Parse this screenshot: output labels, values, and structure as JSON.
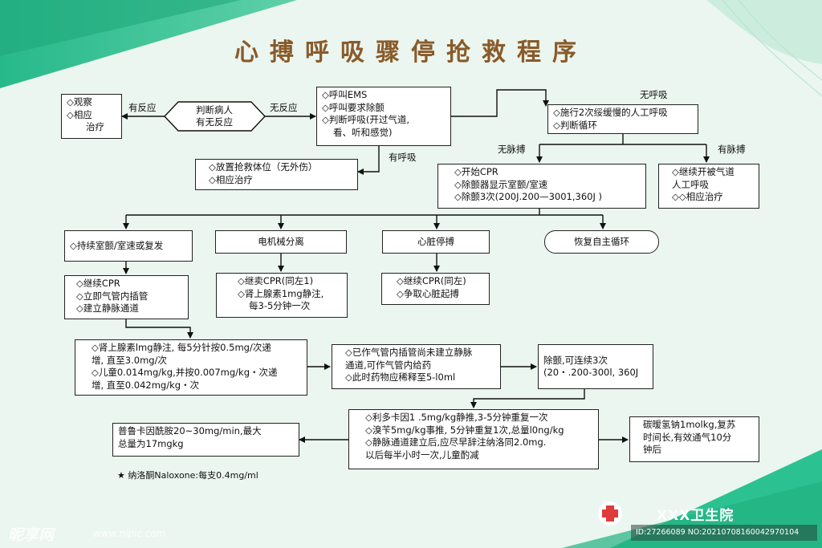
{
  "title": "心搏呼吸骤停抢救程序",
  "colors": {
    "teal": "#2fbf8f",
    "title": "#8a5a2a",
    "cross": "#e03a3a"
  },
  "nodes": {
    "observe": [
      "◇观察",
      "◇相应",
      "治疗"
    ],
    "judge": [
      "判断病人",
      "有无反应"
    ],
    "ems": [
      "◇呼叫EMS",
      "◇呼叫要求除颤",
      "◇判断呼吸(开过气道,",
      "看、听和感觉)"
    ],
    "breath2": [
      "◇施行2次绥缓慢的人工呼吸",
      "◇判断循环"
    ],
    "position": [
      "◇放置抢救体位（无外伤）",
      "◇相应治疗"
    ],
    "startcpr": [
      "◇开始CPR",
      "◇除颤器显示室颤/室速",
      "◇除颤3次(200J.200—3001,360J )"
    ],
    "contbreath": [
      "◇继续开被气道",
      "人工呼吸",
      "◇◇相应治疗"
    ],
    "persist": [
      "◇持续室颤/室速或复发"
    ],
    "emd": [
      "电机械分离"
    ],
    "asystole": [
      "心脏停搏"
    ],
    "rosc": [
      "恢复自主循环"
    ],
    "cpr_a": [
      "◇继续CPR",
      "◇立即气管内插管",
      "◇建立静脉通道"
    ],
    "cpr_b": [
      "◇继卖CPR(同左1)",
      "◇肾上腺素1mg静注,",
      "每3-5分钟一次"
    ],
    "cpr_c": [
      "◇继续CPR(同左)",
      "◇争取心脏起搏"
    ],
    "epi": [
      "◇肾上腺素lmg静注, 每5分针按0.5mg/次递",
      "增, 直至3.0mg/次",
      "◇儿童0.014mg/kg,并按0.007mg/kg・次递",
      "增, 直至0.042mg/kg・次"
    ],
    "intub": [
      "◇已作气管内插管尚未建立静脉",
      "通道,可作气管内给药",
      "◇此时药物应稀释至5-l0ml"
    ],
    "defib": [
      "除颤,可连续3次",
      "(20・.200-300l, 360J"
    ],
    "lido": [
      "◇利多卡因1 .5mg/kg静推,3-5分钟重复一次",
      "◇溴苄5mg/kg事推, 5分钟重复1次,总量l0ng/kg",
      "◇静脉通道建立后,应尽早辞注纳洛同2.0mg.",
      "以后每半小时一次,儿童酌减"
    ],
    "procain": [
      "普鲁卡因酰胺20~30mg/min,最大",
      "总量为17mgkg"
    ],
    "bicarb": [
      "碳暧氢钠1molkg,复苏",
      "时间长,有效通气10分",
      "钟后"
    ]
  },
  "labels": {
    "has_response": "有反应",
    "no_response": "无反应",
    "no_breath": "无呼吸",
    "has_breath": "有呼吸",
    "no_pulse": "无脉搏",
    "has_pulse": "有脉搏"
  },
  "note": "★ 纳洛酮Naloxone:每支0.4mg/ml",
  "hospital": "XXX卫生院",
  "watermark": {
    "brand": "昵享网",
    "url": "www.nipic.com"
  },
  "image_id": "ID:27266089 NO:20210708160042970104"
}
